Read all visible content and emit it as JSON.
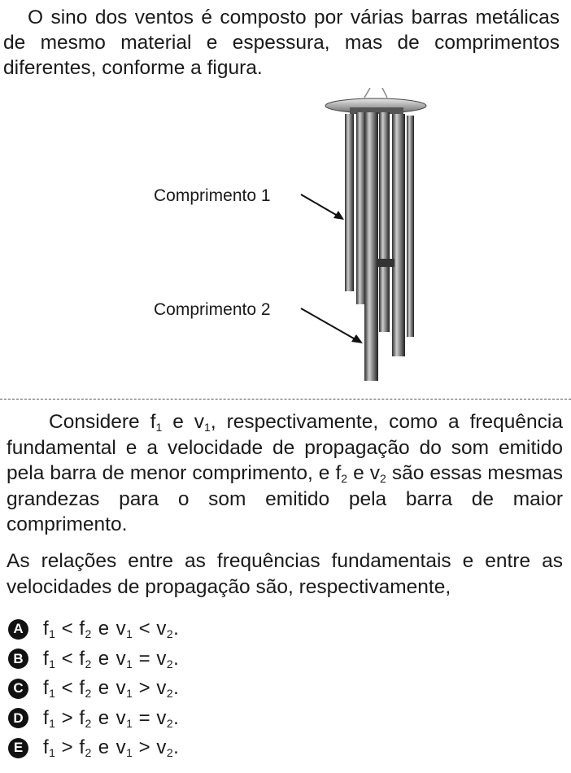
{
  "intro": {
    "text": "O sino dos ventos é composto por várias barras metálicas de mesmo material e espessura, mas de comprimentos diferentes, conforme a figura."
  },
  "figure": {
    "label_1": "Comprimento 1",
    "label_2": "Comprimento 2"
  },
  "paragraph_1": {
    "p1": "Considere f",
    "s1": "1",
    "p2": " e v",
    "s2": "1",
    "p3": ", respectivamente, como a frequência fundamental e a velocidade de propagação do som emitido pela barra de menor comprimento, e f",
    "s3": "2",
    "p4": " e v",
    "s4": "2",
    "p5": " são essas mesmas grandezas para o som emitido pela barra de maior comprimento."
  },
  "paragraph_2": {
    "text": "As relações entre as frequências fundamentais e entre as velocidades de propagação são, respectivamente,"
  },
  "options": [
    {
      "letter": "A",
      "f_left": "f",
      "f_left_sub": "1",
      "f_op": "<",
      "f_right": "f",
      "f_right_sub": "2",
      "conj": "e",
      "v_left": "v",
      "v_left_sub": "1",
      "v_op": "<",
      "v_right": "v",
      "v_right_sub": "2",
      "end": "."
    },
    {
      "letter": "B",
      "f_left": "f",
      "f_left_sub": "1",
      "f_op": "<",
      "f_right": "f",
      "f_right_sub": "2",
      "conj": "e",
      "v_left": "v",
      "v_left_sub": "1",
      "v_op": "=",
      "v_right": "v",
      "v_right_sub": "2",
      "end": "."
    },
    {
      "letter": "C",
      "f_left": "f",
      "f_left_sub": "1",
      "f_op": "<",
      "f_right": "f",
      "f_right_sub": "2",
      "conj": "e",
      "v_left": "v",
      "v_left_sub": "1",
      "v_op": ">",
      "v_right": "v",
      "v_right_sub": "2",
      "end": "."
    },
    {
      "letter": "D",
      "f_left": "f",
      "f_left_sub": "1",
      "f_op": ">",
      "f_right": "f",
      "f_right_sub": "2",
      "conj": "e",
      "v_left": "v",
      "v_left_sub": "1",
      "v_op": "=",
      "v_right": "v",
      "v_right_sub": "2",
      "end": "."
    },
    {
      "letter": "E",
      "f_left": "f",
      "f_left_sub": "1",
      "f_op": ">",
      "f_right": "f",
      "f_right_sub": "2",
      "conj": "e",
      "v_left": "v",
      "v_left_sub": "1",
      "v_op": ">",
      "v_right": "v",
      "v_right_sub": "2",
      "end": "."
    }
  ]
}
